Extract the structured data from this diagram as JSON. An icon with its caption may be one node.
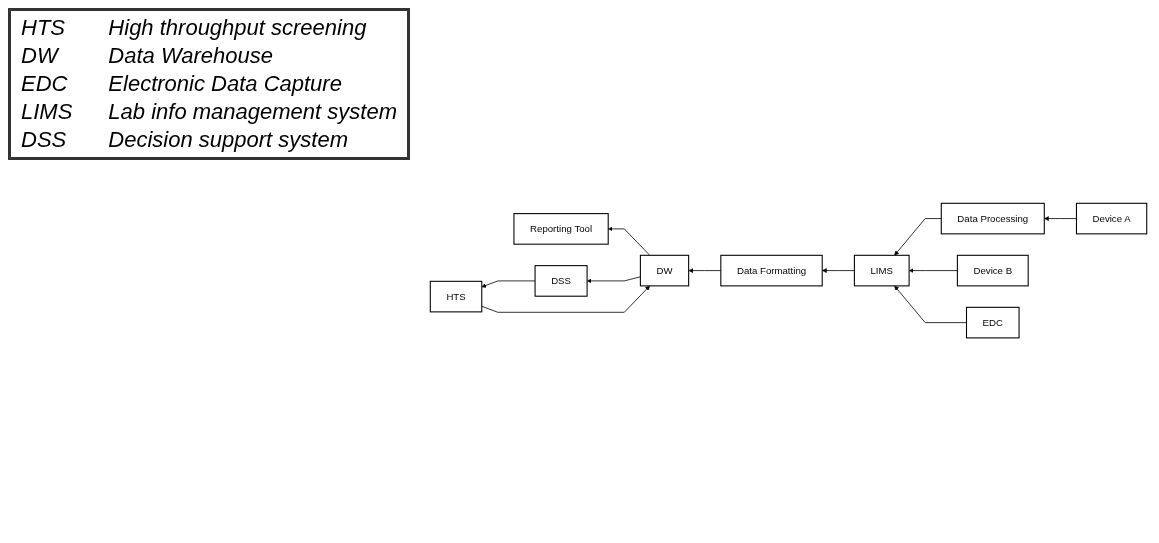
{
  "diagram": {
    "nodes": [
      {
        "text": [
          "Data Processing"
        ]
      },
      {
        "text": [
          "Device A"
        ]
      },
      {
        "text": [
          "Device B"
        ]
      },
      {
        "text": [
          "Reporting Tool"
        ]
      },
      {
        "text": [
          "Data Formatting"
        ]
      },
      {
        "text": [
          "LIMS"
        ]
      },
      {
        "text": [
          "EDC"
        ]
      },
      {
        "text": [
          "DSS"
        ]
      },
      {
        "text": [
          "DW"
        ]
      },
      {
        "text": [
          "HTS"
        ]
      }
    ],
    "edges": [
      {
        "from": 1,
        "to": 0,
        "arrow": "to"
      },
      {
        "from": 0,
        "to": 5,
        "arrow": "to"
      },
      {
        "from": 2,
        "to": 5,
        "arrow": "to"
      },
      {
        "from": 5,
        "to": 4,
        "arrow": "to"
      },
      {
        "from": 6,
        "to": 5,
        "arrow": "to"
      },
      {
        "from": 4,
        "to": 8,
        "arrow": "to"
      },
      {
        "from": 8,
        "to": 3,
        "arrow": "to"
      },
      {
        "from": 8,
        "to": 7,
        "arrow": "to"
      },
      {
        "from": 9,
        "to": 8,
        "arrow": "to"
      },
      {
        "from": 7,
        "to": 9,
        "arrow": "to"
      }
    ],
    "labels": [
      "HTS",
      "High throughput screening",
      "DW",
      "Data Warehouse",
      "EDC",
      "Electronic Data Capture",
      "LIMS",
      "Lab info management system",
      "DSS",
      "Decision support system"
    ]
  }
}
